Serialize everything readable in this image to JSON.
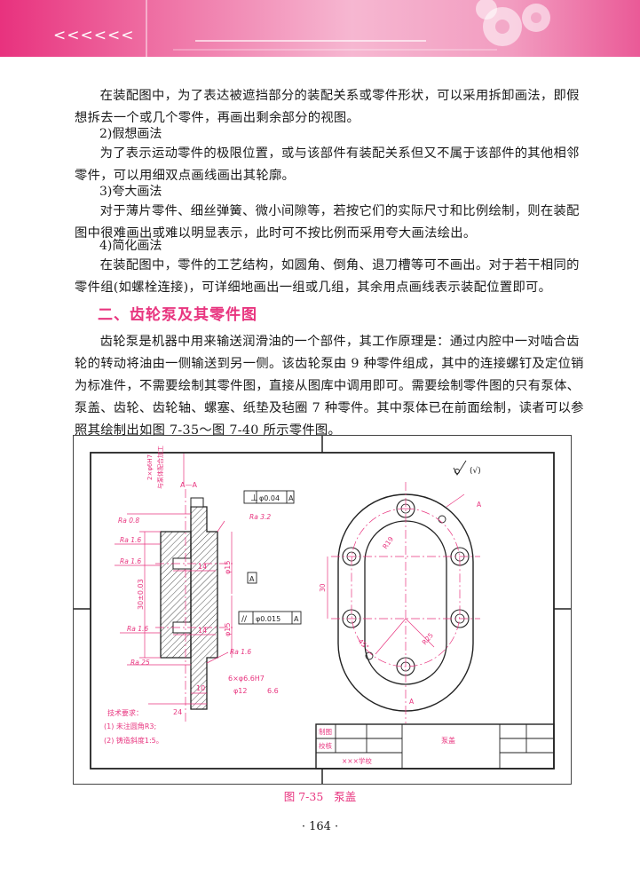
{
  "header": {
    "chevrons": "<<<<<<"
  },
  "intro_lines": [
    "在装配图中，为了表达被遮挡部分的装配关系或零件形状，可以采用拆卸画法，即假",
    "想拆去一个或几个零件，再画出剩余部分的视图。"
  ],
  "methods": [
    {
      "title": "2)假想画法",
      "lines": [
        "为了表示运动零件的极限位置，或与该部件有装配关系但又不属于该部件的其他相邻",
        "零件，可以用细双点画线画出其轮廓。"
      ]
    },
    {
      "title": "3)夸大画法",
      "lines": [
        "对于薄片零件、细丝弹簧、微小间隙等，若按它们的实际尺寸和比例绘制，则在装配",
        "图中很难画出或难以明显表示，此时可不按比例而采用夸大画法绘出。"
      ]
    },
    {
      "title": "4)简化画法",
      "lines": [
        "在装配图中，零件的工艺结构，如圆角、倒角、退刀槽等可不画出。对于若干相同的",
        "零件组(如螺栓连接)，可详细地画出一组或几组，其余用点画线表示装配位置即可。"
      ]
    }
  ],
  "section_title": "二、齿轮泵及其零件图",
  "body_lines": [
    "齿轮泵是机器中用来输送润滑油的一个部件，其工作原理是：通过内腔中一对啮合齿",
    "轮的转动将油由一侧输送到另一侧。该齿轮泵由 9 种零件组成，其中的连接螺钉及定位销",
    "为标准件，不需要绘制其零件图，直接从图库中调用即可。需要绘制零件图的只有泵体、",
    "泵盖、齿轮、齿轮轴、螺塞、纸垫及毡圈 7 种零件。其中泵体已在前面绘制，读者可以参",
    "照其绘制出如图 7-35～图 7-40 所示零件图。"
  ],
  "drawing": {
    "section_label": "A—A",
    "note_vertical": "2×φ6H7",
    "note_vertical2": "与泵体配合加工",
    "tol_perp_symbol": "⊥",
    "tol_perp_value": "φ0.04",
    "tol_perp_datum": "A",
    "tol_par_symbol": "//",
    "tol_par_value": "φ0.015",
    "tol_par_datum": "A",
    "datum_A": "A",
    "roughness": [
      "Ra 0.8",
      "Ra 1.6",
      "Ra 1.6",
      "Ra 1.6",
      "Ra 25",
      "Ra 1.6",
      "Ra 3.2"
    ],
    "dims": {
      "d14a": "14",
      "d14b": "14",
      "d30tol": "30±0.03",
      "d10": "10",
      "d24": "24",
      "dia15a": "φ15",
      "dia15b": "φ15"
    },
    "hole_note1": "6×φ6.6H7",
    "hole_note2": "φ12",
    "hole_note3": "6.6",
    "right_dims": {
      "r19": "R19",
      "d30": "30",
      "r25": "R25",
      "d45": "45°",
      "a_top": "A",
      "a_bottom": "A"
    },
    "surface_mark": "(√)",
    "tech_title": "技术要求：",
    "tech_items": [
      "(1) 未注圆角R3;",
      "(2) 铸造斜度1:5。"
    ],
    "title_block": {
      "draw_label": "制图",
      "check_label": "校核",
      "part_name": "泵盖",
      "school": "×××学校"
    }
  },
  "caption": "图 7-35   泵盖",
  "page_number": "· 164 ·"
}
